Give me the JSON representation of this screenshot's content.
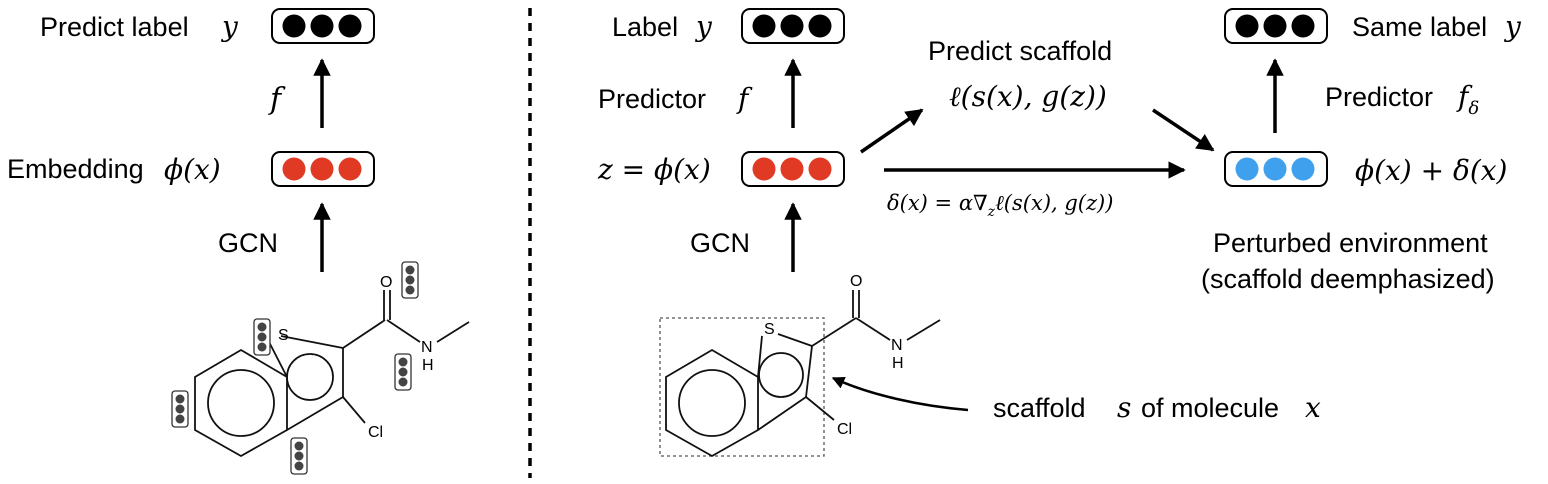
{
  "left": {
    "predict_label": "Predict label",
    "predict_label_var": "y",
    "f_label": "f",
    "embedding_label": "Embedding",
    "embedding_var": "ϕ(x)",
    "gcn_label": "GCN"
  },
  "right": {
    "label_text": "Label",
    "label_var": "y",
    "predictor_text": "Predictor",
    "predictor_var": "f",
    "z_eq": "z = ϕ(x)",
    "gcn_label": "GCN",
    "predict_scaffold": "Predict scaffold",
    "scaffold_loss": "ℓ(s(x), g(z))",
    "delta_eq": "δ(x) = α∇",
    "delta_sub": "z",
    "delta_eq2": "ℓ(s(x), g(z))",
    "same_label_text": "Same label",
    "same_label_var": "y",
    "predictor_delta_text": "Predictor",
    "predictor_delta_var": "f",
    "predictor_delta_sub": "δ",
    "perturbed_expr": "ϕ(x) + δ(x)",
    "perturbed_env_line1": "Perturbed environment",
    "perturbed_env_line2": "(scaffold deemphasized)",
    "scaffold_caption_a": "scaffold",
    "scaffold_caption_s": "s",
    "scaffold_caption_b": "of molecule",
    "scaffold_caption_x": "x"
  },
  "molecule": {
    "atom_s": "S",
    "atom_o": "O",
    "atom_n": "N",
    "atom_h": "H",
    "atom_cl": "Cl"
  },
  "colors": {
    "black_dot": "#000000",
    "red_dot": "#e03a25",
    "blue_dot": "#3fa0ee",
    "node_feature_dot": "#444444"
  }
}
